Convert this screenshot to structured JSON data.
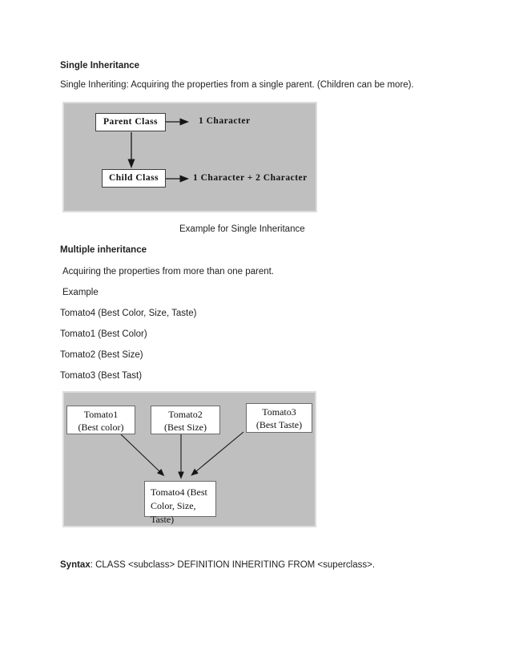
{
  "colors": {
    "page_bg": "#ffffff",
    "diagram_bg": "#bfbfbf",
    "diagram_edge": "#dcdcdc",
    "box_border_dark": "#3f3f3f",
    "box_border_gray": "#6b6b6b",
    "text": "#1f1f1f"
  },
  "doc": {
    "heading_single": "Single Inheritance",
    "single_desc": "Single Inheriting: Acquiring the properties from a single parent. (Children can be more).",
    "caption_single": "Example for Single Inheritance",
    "heading_multiple": "Multiple inheritance",
    "multiple_desc": "Acquiring the properties from more than one parent.",
    "example_label": "Example",
    "tomato_lines": [
      "Tomato4 (Best Color, Size, Taste)",
      "Tomato1 (Best Color)",
      "Tomato2 (Best Size)",
      "Tomato3 (Best Tast)"
    ],
    "syntax_label": "Syntax",
    "syntax_text": ": CLASS <subclass> DEFINITION INHERITING FROM <superclass>."
  },
  "diagram_single": {
    "parent_box": "Parent Class",
    "child_box": "Child Class",
    "parent_note": "1 Character",
    "child_note": "1 Character + 2 Character"
  },
  "diagram_multiple": {
    "tomato1_line1": "Tomato1",
    "tomato1_line2": "(Best color)",
    "tomato2_line1": "Tomato2",
    "tomato2_line2": "(Best Size)",
    "tomato3_line1": "Tomato3",
    "tomato3_line2": "(Best Taste)",
    "tomato4_line1": "Tomato4 (Best",
    "tomato4_line2": "Color, Size, Taste)"
  }
}
